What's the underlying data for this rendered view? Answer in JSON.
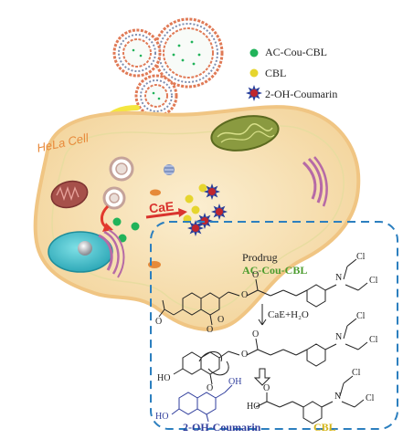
{
  "legend": [
    {
      "label": "AC-Cou-CBL",
      "color": "#21b35a",
      "shape": "dot"
    },
    {
      "label": "CBL",
      "color": "#e6d52e",
      "shape": "dot"
    },
    {
      "label": "2-OH-Coumarin",
      "color": "#c0262d",
      "shape": "star"
    }
  ],
  "cell_label": "HeLa Cell",
  "enzyme_label": "CaE",
  "scheme": {
    "prodrug_title": "Prodrug",
    "prodrug_name": "AC-Cou-CBL",
    "reagent": "CaE+H₂O",
    "product_coumarin": "2-OH-Coumarin",
    "product_cbl": "CBL"
  },
  "atoms": {
    "cl": "Cl",
    "n": "N",
    "o": "O",
    "oh": "OH",
    "ho": "HO"
  },
  "colors": {
    "cell_fill": "#f7e2b3",
    "cell_edge": "#f1c98a",
    "nucleus": "#49c4cf",
    "dash_box": "#2c7fbf"
  }
}
